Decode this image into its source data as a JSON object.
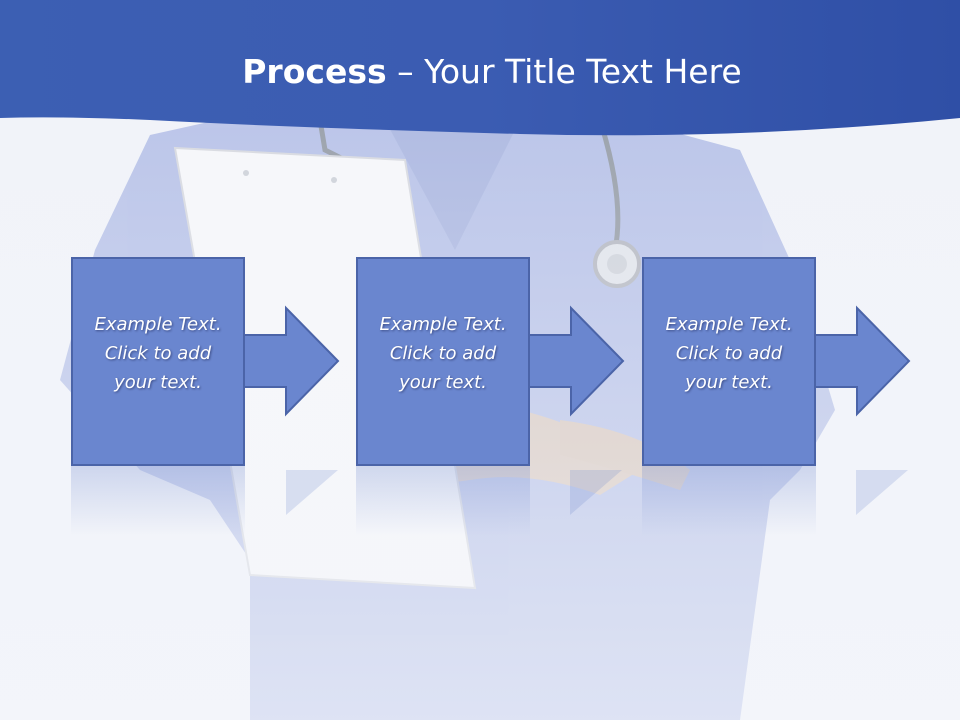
{
  "slide": {
    "title_bold": "Process",
    "title_rest": " – Your Title Text Here"
  },
  "steps": [
    {
      "text": "Example Text.\nClick  to add\nyour text."
    },
    {
      "text": "Example Text.\nClick  to add\nyour text."
    },
    {
      "text": "Example Text.\nClick  to add\nyour text."
    }
  ],
  "colors": {
    "header_blue": "#3a5fb4",
    "box_fill": "#6a86cf",
    "box_border": "#4b64a8"
  }
}
